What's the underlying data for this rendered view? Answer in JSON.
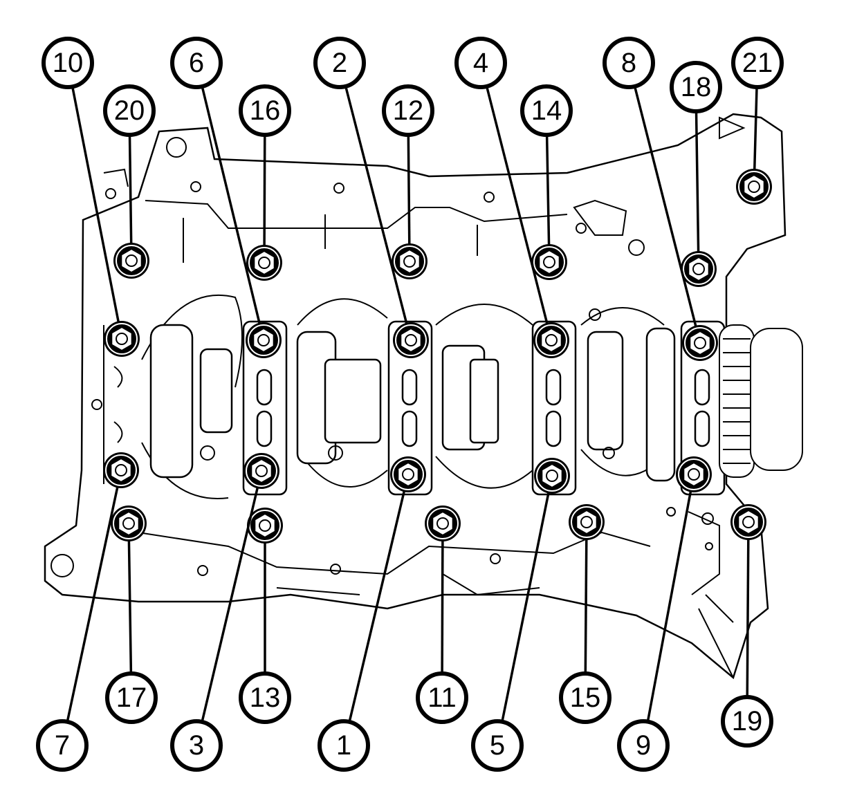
{
  "diagram": {
    "colors": {
      "ink": "#000000",
      "paper": "#ffffff"
    },
    "callouts": [
      "10",
      "6",
      "2",
      "4",
      "8",
      "21",
      "20",
      "16",
      "12",
      "14",
      "18",
      "7",
      "17",
      "3",
      "13",
      "1",
      "11",
      "5",
      "15",
      "9",
      "19"
    ]
  }
}
